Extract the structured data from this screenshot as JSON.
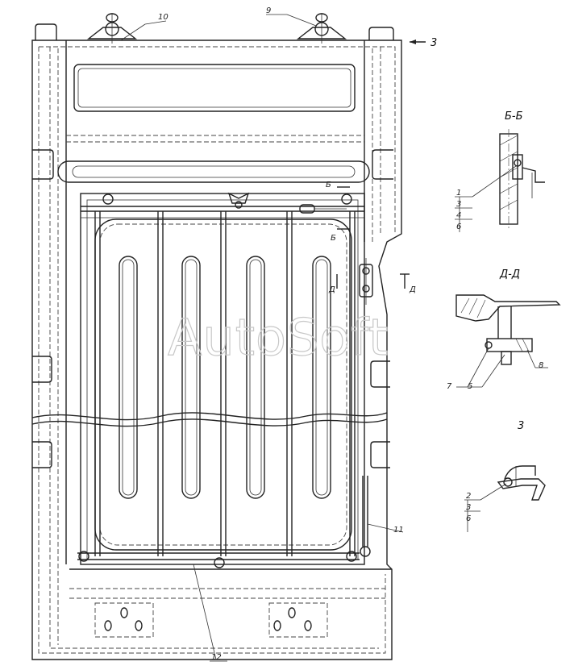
{
  "watermark": "AutoSoft",
  "callouts": {
    "c9": "9",
    "c10": "10",
    "c11": "11",
    "c12": "12"
  },
  "view_marks": {
    "view_z": "3",
    "cut_b_top": "Б",
    "cut_b_bottom": "Б",
    "cut_d_left": "Д",
    "cut_d_right": "Д"
  },
  "section_bb": {
    "title": "Б-Б",
    "stack": [
      "1",
      "3",
      "4",
      "6"
    ]
  },
  "section_dd": {
    "title": "Д-Д",
    "c7": "7",
    "c5": "5",
    "c8": "8"
  },
  "view_z_detail": {
    "title": "3",
    "stack": [
      "2",
      "3",
      "6"
    ]
  }
}
